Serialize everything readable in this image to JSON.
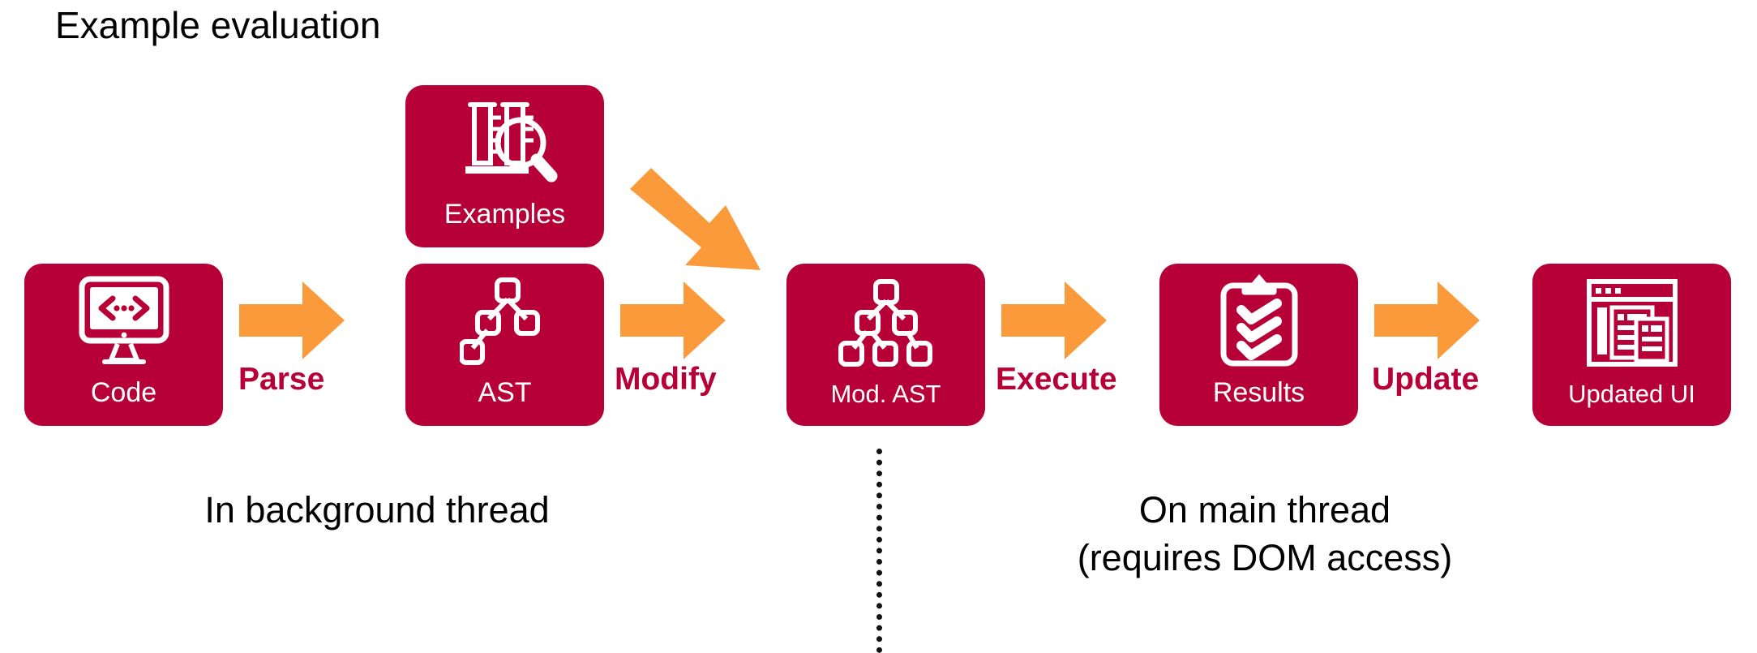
{
  "page": {
    "title": "Example evaluation",
    "background": "#ffffff"
  },
  "colors": {
    "crimson": "#B80038",
    "orange": "#FB9A3B",
    "text": "#000000",
    "node_label": "#ffffff"
  },
  "pipeline": {
    "nodes": [
      {
        "id": "code",
        "label": "Code",
        "icon": "monitor-code-icon"
      },
      {
        "id": "examples",
        "label": "Examples",
        "icon": "test-tubes-magnifier-icon"
      },
      {
        "id": "ast",
        "label": "AST",
        "icon": "tree-small-icon"
      },
      {
        "id": "mod-ast",
        "label": "Mod. AST",
        "icon": "tree-full-icon"
      },
      {
        "id": "results",
        "label": "Results",
        "icon": "clipboard-checks-icon"
      },
      {
        "id": "updated-ui",
        "label": "Updated UI",
        "icon": "browser-window-icon"
      }
    ],
    "steps": [
      {
        "id": "parse",
        "label": "Parse"
      },
      {
        "id": "modify",
        "label": "Modify"
      },
      {
        "id": "execute",
        "label": "Execute"
      },
      {
        "id": "update",
        "label": "Update"
      }
    ],
    "diagonal_arrow": "examples-to-modify-arrow"
  },
  "annotations": {
    "background_thread": "In background thread",
    "main_thread": "On main thread\n(requires DOM access)",
    "divider": "dotted-vertical-divider"
  }
}
